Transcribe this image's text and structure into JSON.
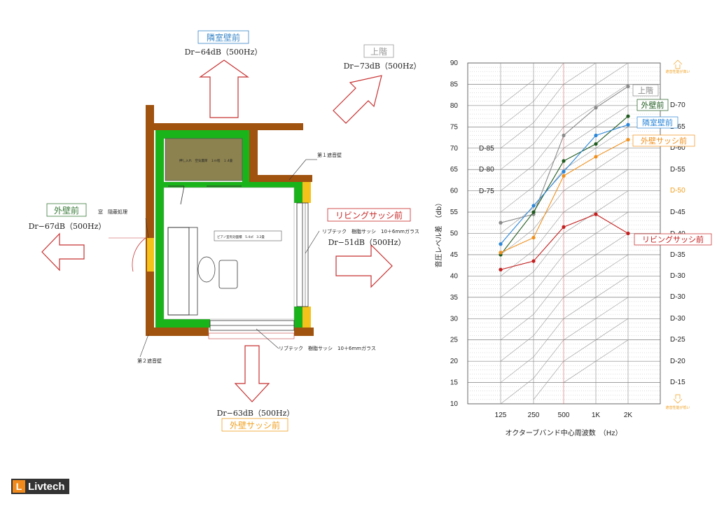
{
  "logo": {
    "text": "Livtech",
    "mark": "L",
    "color": "#f08a1c"
  },
  "plan": {
    "labels": {
      "rinshitsu": {
        "name": "隣室壁前",
        "value": "Dr−64dB（500Hz）",
        "color": "#3a86c8"
      },
      "joukai": {
        "name": "上階",
        "value": "Dr−73dB（500Hz）",
        "color": "#999999"
      },
      "gaiheki": {
        "name": "外壁前",
        "value": "Dr−67dB（500Hz）",
        "color": "#3a7a3a"
      },
      "living": {
        "name": "リビングサッシ前",
        "value": "Dr−51dB（500Hz）",
        "color": "#c82828"
      },
      "gaiheki_sash": {
        "name": "外壁サッシ前",
        "value": "Dr−63dB（500Hz）",
        "color": "#f0a020"
      }
    },
    "notes": {
      "dai1": "第１遮音壁",
      "dai2": "第２遮音壁",
      "mado": "窓　隠蔽処理",
      "sash_right": "リブテック　樹脂サッシ　10＋6mmガラス",
      "sash_bottom": "リブテック　樹脂サッシ　10＋6mmガラス",
      "closet": "押し入れ　空気層厚　１ｍ程　１.4畳",
      "piano": "ピアノ室有効面積　5.4㎡　3.2畳"
    }
  },
  "chart_data": {
    "type": "line",
    "title": "",
    "xlabel": "オクターブバンド中心周波数　（Hz）",
    "ylabel": "音圧レベル差　（db）",
    "categories": [
      "125",
      "250",
      "500",
      "1K",
      "2K"
    ],
    "ylim": [
      10,
      90
    ],
    "yticks": [
      10,
      15,
      20,
      25,
      30,
      35,
      40,
      45,
      50,
      55,
      60,
      65,
      70,
      75,
      80,
      85,
      90
    ],
    "grid": true,
    "series": [
      {
        "name": "上階",
        "color": "#8a8a8a",
        "values": [
          52.5,
          54.5,
          73,
          79.5,
          84.5
        ]
      },
      {
        "name": "外壁前",
        "color": "#1f5a1f",
        "values": [
          45,
          55,
          67,
          71,
          77.5
        ]
      },
      {
        "name": "隣室壁前",
        "color": "#2a86d8",
        "values": [
          47.5,
          56.5,
          64.5,
          73,
          75.5
        ]
      },
      {
        "name": "外壁サッシ前",
        "color": "#f0901c",
        "values": [
          45.5,
          49,
          63.5,
          68,
          72
        ]
      },
      {
        "name": "リビングサッシ前",
        "color": "#c41e1e",
        "values": [
          41.5,
          43.5,
          51.5,
          54.5,
          50
        ]
      }
    ],
    "d_labels_right": [
      "D-70",
      "D-65",
      "D-60",
      "D-55",
      "D-50",
      "D-45",
      "D-40",
      "D-35",
      "D-30",
      "D-30",
      "D-30",
      "D-25",
      "D-20",
      "D-15"
    ],
    "d_labels_left": [
      "D-85",
      "D-80",
      "D-75"
    ],
    "top_note": "遮音性能が高い",
    "bottom_note": "遮音性能が低い"
  }
}
